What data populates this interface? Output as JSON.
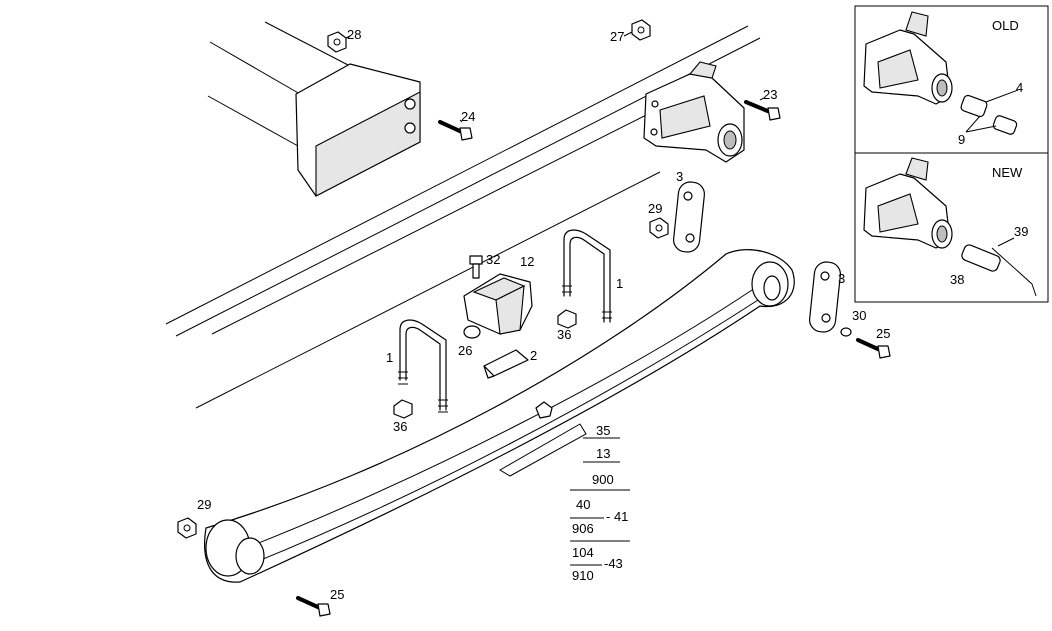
{
  "labels": {
    "l28": "28",
    "l27": "27",
    "l24": "24",
    "l23": "23",
    "l3a": "3",
    "l3b": "3",
    "l29a": "29",
    "l29b": "29",
    "l32": "32",
    "l12": "12",
    "l1a": "1",
    "l1b": "1",
    "l26": "26",
    "l36a": "36",
    "l36b": "36",
    "l2": "2",
    "l30": "30",
    "l25a": "25",
    "l25b": "25"
  },
  "stack": {
    "s35": "35",
    "s13": "13",
    "s900": "900",
    "s40": "40",
    "s906": "906",
    "s41": "- 41",
    "s104": "104",
    "s910": "910",
    "s43": "-43"
  },
  "inset_old": {
    "title": "OLD",
    "l4": "4",
    "l9": "9"
  },
  "inset_new": {
    "title": "NEW",
    "l39": "39",
    "l38": "38"
  }
}
